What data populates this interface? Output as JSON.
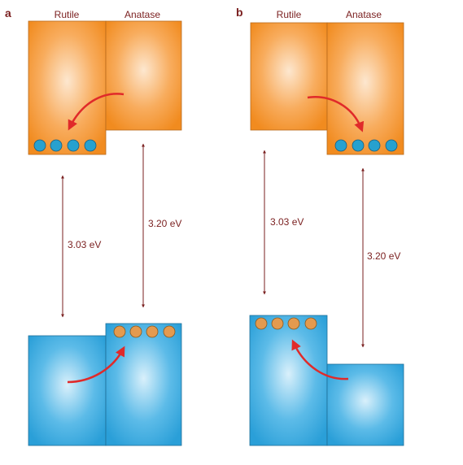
{
  "panels": [
    {
      "id": "a",
      "label": "a",
      "headers": {
        "rutile": "Rutile",
        "anatase": "Anatase"
      },
      "gaps": {
        "rutile": "3.03 eV",
        "anatase": "3.20 eV"
      }
    },
    {
      "id": "b",
      "label": "b",
      "headers": {
        "rutile": "Rutile",
        "anatase": "Anatase"
      },
      "gaps": {
        "rutile": "3.03 eV",
        "anatase": "3.20 eV"
      }
    }
  ],
  "colors": {
    "conduction_band": "#f4922a",
    "valence_band": "#2ea3dc",
    "electron": "#27a1cf",
    "hole": "#e49a4f",
    "transfer_arrow": "#e02a2a",
    "gap_arrow": "#7a1f1f",
    "label_text": "#7a1f1f"
  }
}
